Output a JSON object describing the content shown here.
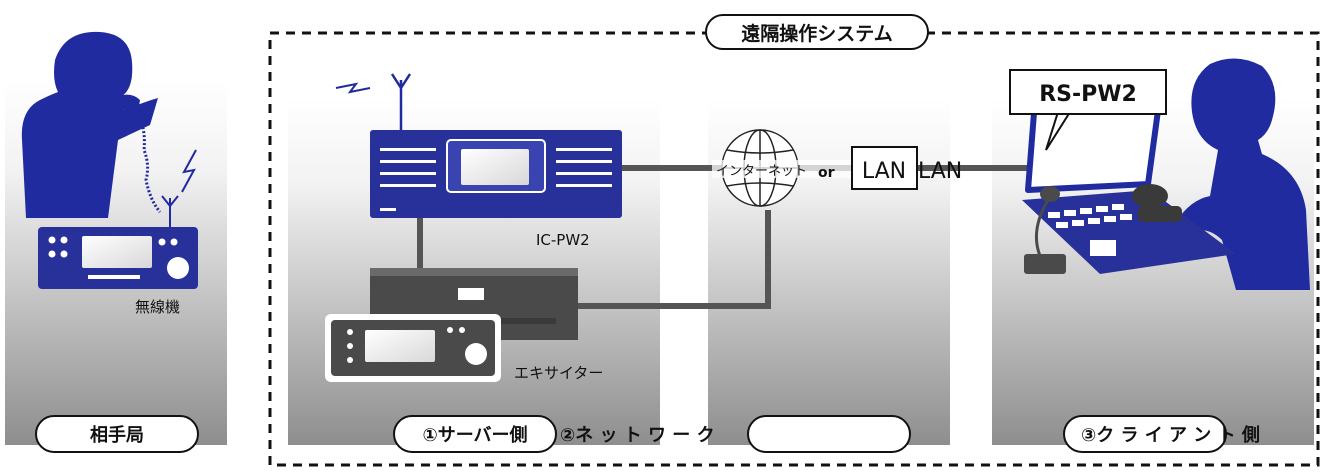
{
  "system_label": "遠隔操作システム",
  "stations": {
    "remote": {
      "label": "相手局",
      "device": "無線機"
    },
    "server": {
      "label": "①サーバー側",
      "device_main": "IC-PW2",
      "device_sub": "エキサイター"
    },
    "network": {
      "label": "②ネ ッ ト ワ ー ク",
      "internet": "インターネット",
      "connector_or": "or",
      "lan_box": "LAN",
      "lan_text": "LAN"
    },
    "client": {
      "label": "③ク ラ イ ア ン ト 側",
      "software": "RS-PW2"
    }
  },
  "colors": {
    "device_blue": "#28309a",
    "silhouette_blue": "#1f2b9e",
    "panel_gray_top": "#ffffff",
    "panel_gray_bottom": "#8e8e8e",
    "cable": "#555555",
    "dashed_border": "#111111"
  }
}
